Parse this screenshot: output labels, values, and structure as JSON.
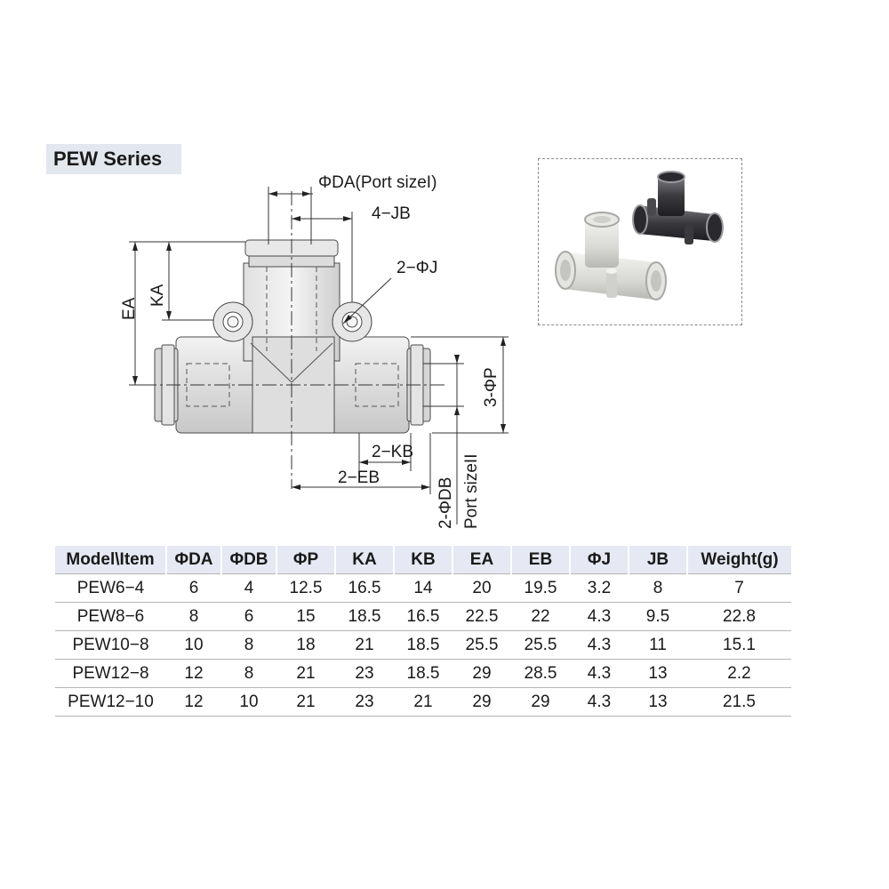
{
  "series_title": "PEW Series",
  "drawing": {
    "label_da": "ΦDA(Port sizeI)",
    "label_jb": "4−JB",
    "label_j": "2−ΦJ",
    "label_ea": "EA",
    "label_ka": "KA",
    "label_p": "3-ΦP",
    "label_kb": "2−KB",
    "label_eb": "2−EB",
    "label_db": "2-ΦDB",
    "label_db_port": "Port sizeII"
  },
  "table": {
    "headers": [
      "Model\\Item",
      "ΦDA",
      "ΦDB",
      "ΦP",
      "KA",
      "KB",
      "EA",
      "EB",
      "ΦJ",
      "JB",
      "Weight(g)"
    ],
    "rows": [
      [
        "PEW6−4",
        "6",
        "4",
        "12.5",
        "16.5",
        "14",
        "20",
        "19.5",
        "3.2",
        "8",
        "7"
      ],
      [
        "PEW8−6",
        "8",
        "6",
        "15",
        "18.5",
        "16.5",
        "22.5",
        "22",
        "4.3",
        "9.5",
        "22.8"
      ],
      [
        "PEW10−8",
        "10",
        "8",
        "18",
        "21",
        "18.5",
        "25.5",
        "25.5",
        "4.3",
        "11",
        "15.1"
      ],
      [
        "PEW12−8",
        "12",
        "8",
        "21",
        "23",
        "18.5",
        "29",
        "28.5",
        "4.3",
        "13",
        "2.2"
      ],
      [
        "PEW12−10",
        "12",
        "10",
        "21",
        "23",
        "21",
        "29",
        "29",
        "4.3",
        "13",
        "21.5"
      ]
    ]
  }
}
